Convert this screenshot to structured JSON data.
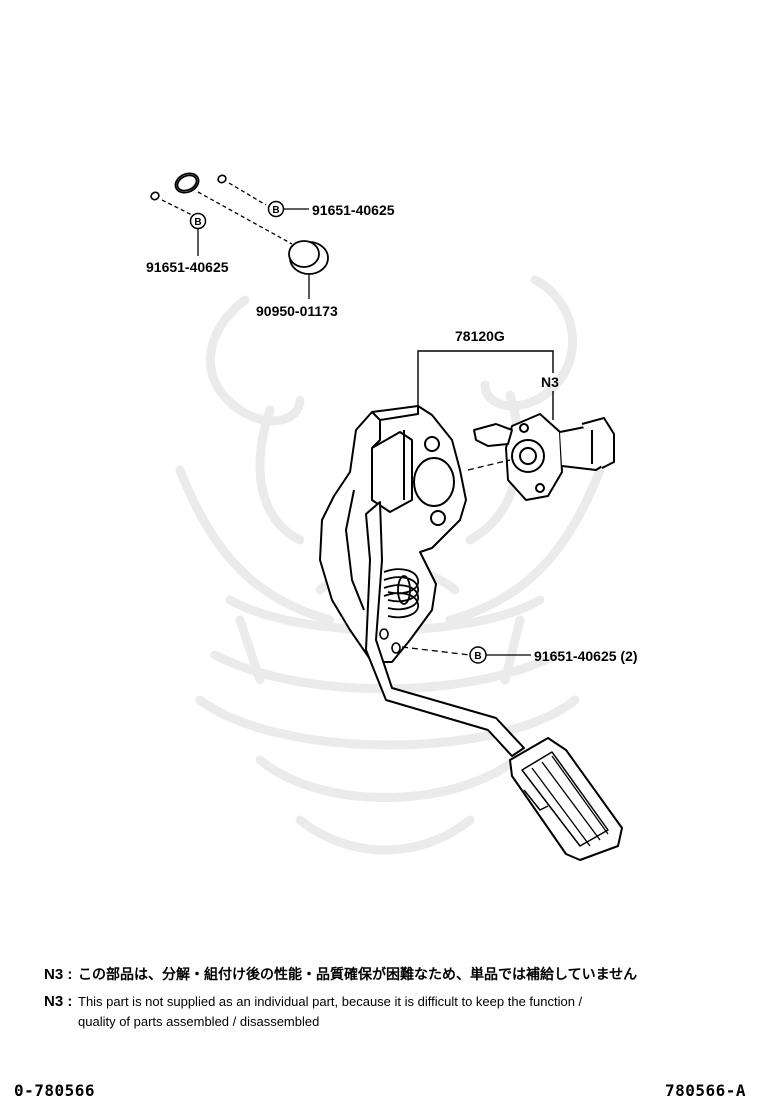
{
  "callouts": {
    "bolt_upper": "91651-40625",
    "bolt_left": "91651-40625",
    "plug": "90950-01173",
    "assembly": "78120G",
    "sensor_note": "N3",
    "bolt_lower": "91651-40625 (2)"
  },
  "marker_letter": "B",
  "notes": {
    "label_1": "N3 :",
    "japanese": "この部品は、分解・組付け後の性能・品質確保が困難なため、単品では補給していません",
    "label_2": "N3 :",
    "english_line1": "This part is not supplied as an individual part, because it is difficult to keep the function /",
    "english_line2": "quality of parts assembled / disassembled"
  },
  "footer": {
    "left_code": "0-780566",
    "right_code": "780566-A"
  },
  "watermark": "samurai-helmet-logo",
  "colors": {
    "line": "#000000",
    "watermark": "#ececec",
    "background": "#ffffff"
  }
}
